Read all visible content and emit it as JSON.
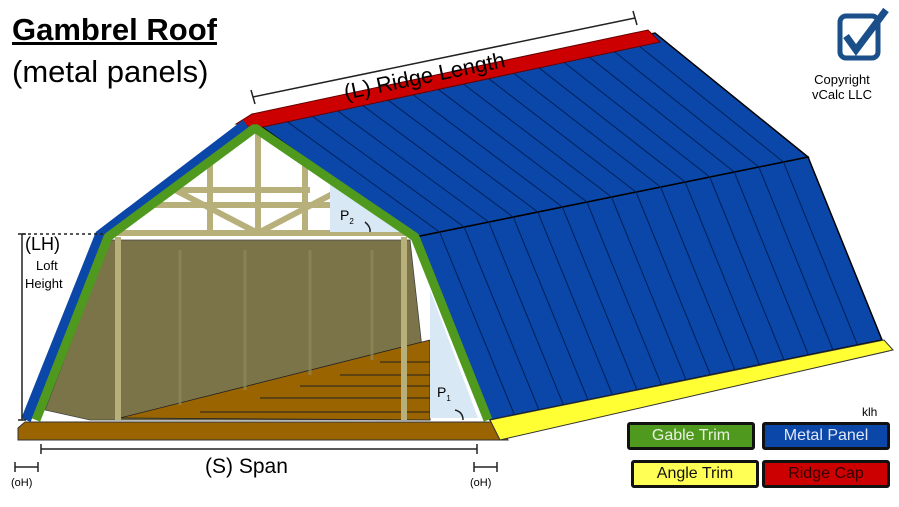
{
  "title": "Gambrel Roof",
  "subtitle": "(metal panels)",
  "copyright": {
    "line1": "Copyright",
    "line2": "vCalc LLC"
  },
  "labels": {
    "ridge_length": "(L) Ridge Length",
    "loft_abbr": "(LH)",
    "loft_line1": "Loft",
    "loft_line2": "Height",
    "span": "(S) Span",
    "overhang_left": "(oH)",
    "overhang_right": "(oH)",
    "pitch1": "P",
    "pitch1_sub": "1",
    "pitch2": "P",
    "pitch2_sub": "2",
    "author": "klh"
  },
  "legend": [
    {
      "label": "Gable Trim",
      "color": "#4f9a1e",
      "text_color": "#e8f0e0"
    },
    {
      "label": "Metal Panel",
      "color": "#0a47a8",
      "text_color": "#e0e8f8"
    },
    {
      "label": "Angle Trim",
      "color": "#ffff55",
      "text_color": "#111111"
    },
    {
      "label": "Ridge Cap",
      "color": "#cc0000",
      "text_color": "#330000"
    }
  ]
}
